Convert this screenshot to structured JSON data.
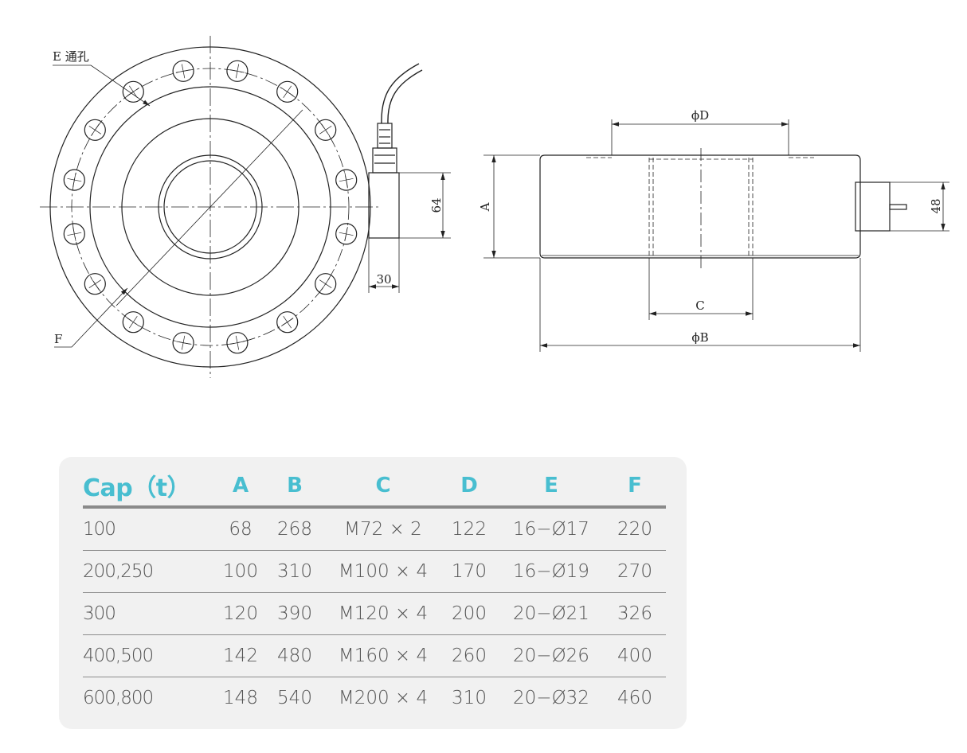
{
  "drawing": {
    "top_view": {
      "hole_label": "E 通孔",
      "pcd_label": "F",
      "connector_height_dim": "64",
      "connector_width_dim": "30",
      "bolt_hole_count": 16
    },
    "side_view": {
      "top_diameter_label": "ϕD",
      "height_label": "A",
      "thread_label": "C",
      "outer_diameter_label": "ϕB",
      "connector_dim": "48"
    }
  },
  "table": {
    "headers": [
      "Cap（t）",
      "A",
      "B",
      "C",
      "D",
      "E",
      "F"
    ],
    "rows": [
      [
        "100",
        "68",
        "268",
        "M72 × 2",
        "122",
        "16−Ø17",
        "220"
      ],
      [
        "200,250",
        "100",
        "310",
        "M100 × 4",
        "170",
        "16−Ø19",
        "270"
      ],
      [
        "300",
        "120",
        "390",
        "M120 × 4",
        "200",
        "20−Ø21",
        "326"
      ],
      [
        "400,500",
        "142",
        "480",
        "M160 × 4",
        "260",
        "20−Ø26",
        "400"
      ],
      [
        "600,800",
        "148",
        "540",
        "M200 × 4",
        "310",
        "20−Ø32",
        "460"
      ]
    ]
  },
  "colors": {
    "header": "#48bed0",
    "card": "#f1f1f1",
    "line": "#222222"
  }
}
